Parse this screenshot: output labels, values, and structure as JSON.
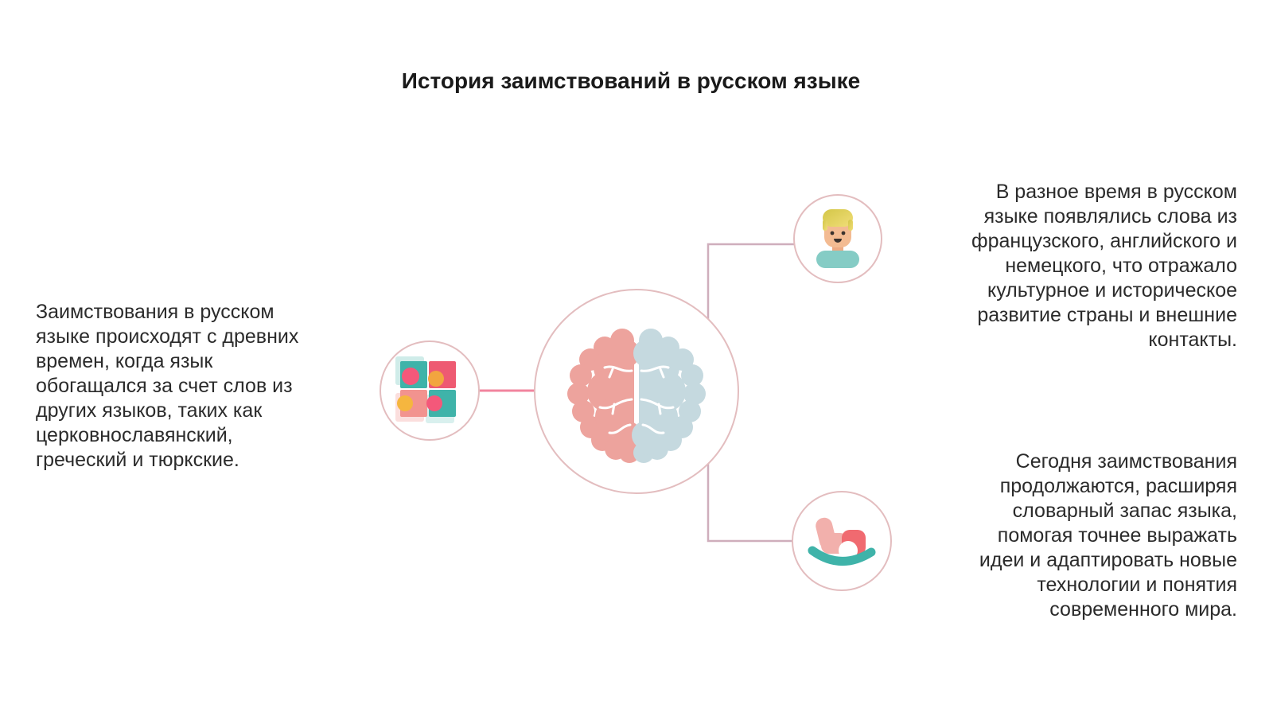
{
  "title": "История заимствований в русском языке",
  "nodes": {
    "left": {
      "icon": "puzzle-blocks-icon",
      "text": "Заимствования в русском\nязыке происходят с древних\nвремен, когда язык\nобогащался за счет слов из\nдругих языков, таких как\nцерковнославянский,\nгреческий и тюркские."
    },
    "top_right": {
      "icon": "person-icon",
      "text": "В разное время в русском\nязыке появлялись слова из\nфранцузского, английского и\nнемецкого, что отражало\nкультурное и историческое\nразвитие страны и внешние\nконтакты."
    },
    "bottom_right": {
      "icon": "rocking-horse-icon",
      "text": "Сегодня заимствования\nпродолжаются, расширяя\nсловарный запас языка,\nпомогая точнее выражать\nидеи и адаптировать новые\nтехнологии и понятия\nсовременного мира."
    },
    "center": {
      "icon": "brain-icon"
    }
  },
  "colors": {
    "title_text": "#1a1a1a",
    "body_text": "#2b2b2b",
    "circle_border": "#e3bdbf",
    "connector_pink": "#f2849e",
    "connector_mauve": "#cfaebc",
    "brain_left": "#eda39d",
    "brain_right": "#c5d9df",
    "teal": "#3fb3a9",
    "teal_light": "#85ccc5",
    "pink": "#f4587a",
    "crimson": "#ee5a72",
    "orange": "#f2a53f",
    "salmon": "#f2938f",
    "amber": "#f5b63f",
    "skin": "#f3bb92",
    "horse_pink": "#f2b0ac",
    "horse_red": "#f06a70"
  }
}
